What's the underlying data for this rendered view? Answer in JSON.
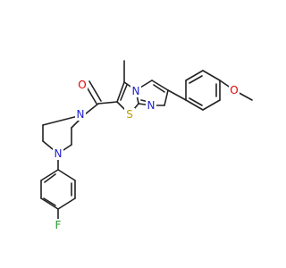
{
  "atoms": {
    "o_carbonyl": "O",
    "n_piperazine_top": "N",
    "n_piperazine_bottom": "N",
    "fluorine": "F",
    "n_bridgehead": "N",
    "n_imidazole": "N",
    "sulfur": "S",
    "o_methoxy": "O"
  },
  "colors": {
    "bond": "#222222",
    "oxygen": "#e00000",
    "nitrogen": "#2020d0",
    "sulfur": "#b8a000",
    "fluorine": "#2a9a2a"
  }
}
